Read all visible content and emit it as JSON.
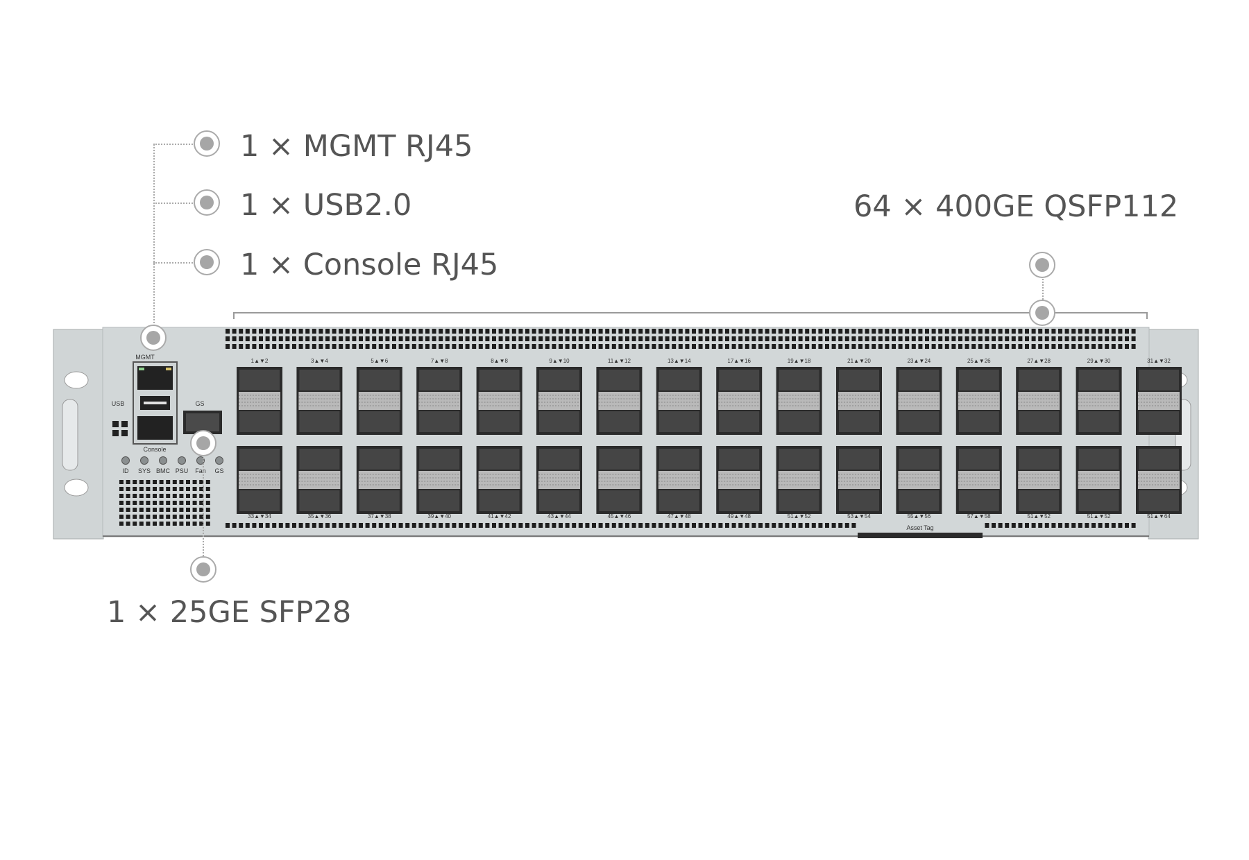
{
  "callouts": {
    "mgmt": "1 × MGMT RJ45",
    "usb": "1 × USB2.0",
    "console": "1 × Console RJ45",
    "qsfp": "64 × 400GE  QSFP112",
    "sfp": "1 × 25GE  SFP28"
  },
  "panel": {
    "mgmt_label": "MGMT",
    "usb_label": "USB",
    "console_label": "Console",
    "gs_label": "GS",
    "asset_tag_label": "Asset Tag",
    "leds": [
      "ID",
      "SYS",
      "BMC",
      "PSU",
      "Fan",
      "GS"
    ],
    "top_port_labels": [
      "1▲▼2",
      "3▲▼4",
      "5▲▼6",
      "7▲▼8",
      "8▲▼8",
      "9▲▼10",
      "11▲▼12",
      "13▲▼14",
      "17▲▼16",
      "19▲▼18",
      "21▲▼20",
      "23▲▼24",
      "25▲▼26",
      "27▲▼28",
      "29▲▼30",
      "31▲▼32"
    ],
    "bottom_port_labels": [
      "33▲▼34",
      "35▲▼36",
      "37▲▼38",
      "39▲▼40",
      "41▲▼42",
      "43▲▼44",
      "45▲▼46",
      "47▲▼48",
      "49▲▼48",
      "51▲▼52",
      "53▲▼54",
      "55▲▼56",
      "57▲▼58",
      "51▲▼52",
      "51▲▼52",
      "51▲▼64"
    ]
  },
  "colors": {
    "chassis": "#d2d7d8",
    "port_frame": "#2b2b2b",
    "callout_text": "#555555",
    "marker_fill": "#a6a6a6"
  }
}
